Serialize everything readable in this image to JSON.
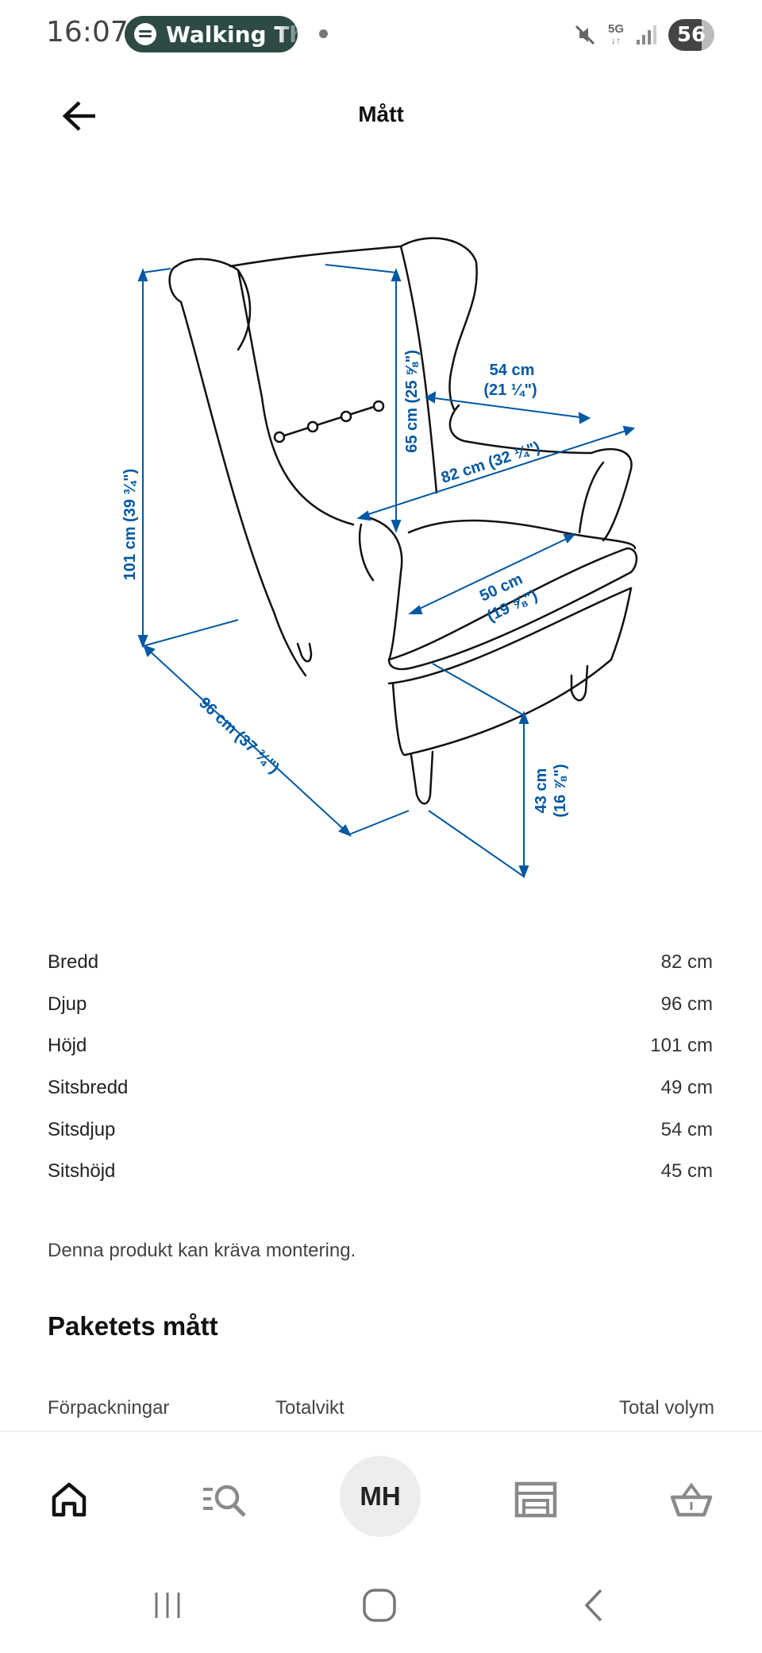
{
  "status_bar": {
    "time": "16:07",
    "media_title": "Walking Th",
    "network": "5G",
    "battery": "56"
  },
  "header": {
    "title": "Mått"
  },
  "illustration": {
    "labels": {
      "height_total": "101 cm (39 ¾\")",
      "back_height": "65 cm (25 ⅝\")",
      "seat_depth_top": "54 cm",
      "seat_depth_top_in": "(21 ¼\")",
      "width": "82 cm (32 ¼\")",
      "seat_width": "50 cm",
      "seat_width_in": "(19 ⅝\")",
      "depth": "96 cm (37 ¾\")",
      "seat_height": "43 cm",
      "seat_height_in": "(16 ⅞\")"
    }
  },
  "specs": [
    {
      "label": "Bredd",
      "value": "82 cm"
    },
    {
      "label": "Djup",
      "value": "96 cm"
    },
    {
      "label": "Höjd",
      "value": "101 cm"
    },
    {
      "label": "Sitsbredd",
      "value": "49 cm"
    },
    {
      "label": "Sitsdjup",
      "value": "54 cm"
    },
    {
      "label": "Sitshöjd",
      "value": "45 cm"
    }
  ],
  "note": "Denna produkt kan kräva montering.",
  "package": {
    "title": "Paketets mått",
    "columns": [
      "Förpackningar",
      "Totalvikt",
      "Total volym"
    ]
  },
  "bottom_nav": {
    "profile_initials": "MH",
    "items": [
      "home-icon",
      "search-list-icon",
      "profile",
      "store-icon",
      "basket-icon"
    ]
  },
  "colors": {
    "dimension_blue": "#0058a3",
    "pill_bg": "#2e4a45"
  }
}
